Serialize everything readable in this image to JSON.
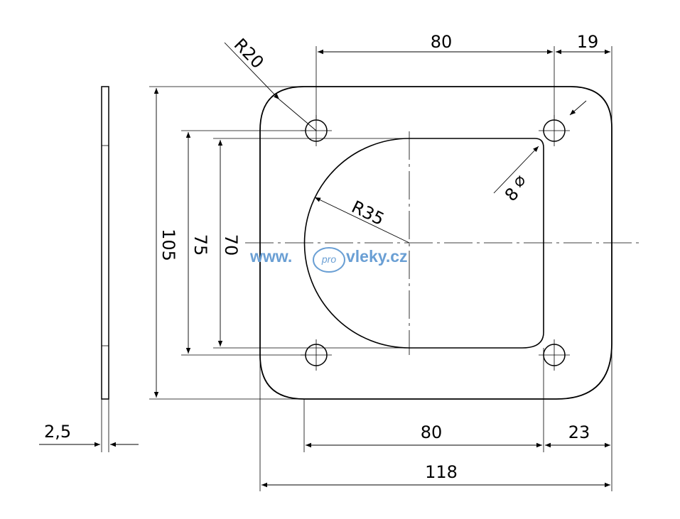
{
  "dimensions": {
    "thickness": "2,5",
    "height_overall": "105",
    "height_holes": "75",
    "height_cutout": "70",
    "top_hole_spacing": "80",
    "top_edge_offset": "19",
    "bottom_hole_spacing": "80",
    "bottom_edge_offset": "23",
    "width_overall": "118",
    "corner_radius": "R20",
    "cutout_radius": "R35",
    "hole_diameter": "8",
    "diameter_symbol": "⌀"
  },
  "watermark": {
    "prefix": "www.",
    "badge": "pro",
    "suffix": "vleky.cz",
    "color": "#6a9fd4"
  }
}
